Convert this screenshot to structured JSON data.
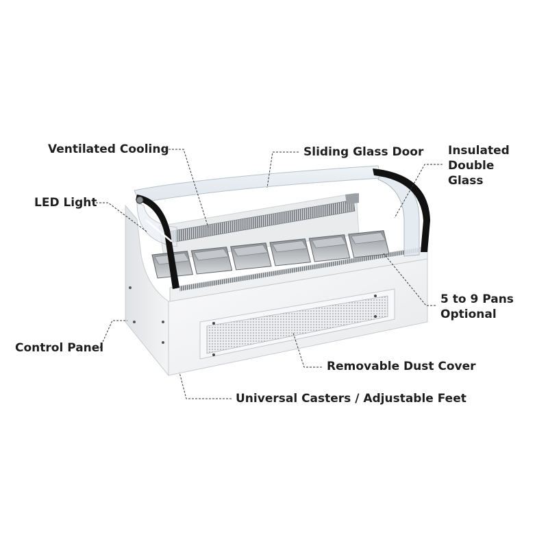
{
  "callouts": {
    "ventilated_cooling": "Ventilated Cooling",
    "sliding_glass_door": "Sliding Glass Door",
    "insulated_double_glass": [
      "Insulated",
      "Double",
      "Glass"
    ],
    "led_light": "LED Light",
    "pans_optional": [
      "5 to 9 Pans",
      "Optional"
    ],
    "control_panel": "Control Panel",
    "removable_dust_cover": "Removable Dust Cover",
    "casters_feet": "Universal Casters / Adjustable Feet"
  },
  "product": {
    "pan_count": 6
  },
  "colors": {
    "cabinet": "#f4f5f6",
    "cabinet_shade": "#e3e5e7",
    "steel": "#b9bdc1",
    "glass": "#dde6ee",
    "frame": "#111111",
    "leader": "#333333"
  }
}
